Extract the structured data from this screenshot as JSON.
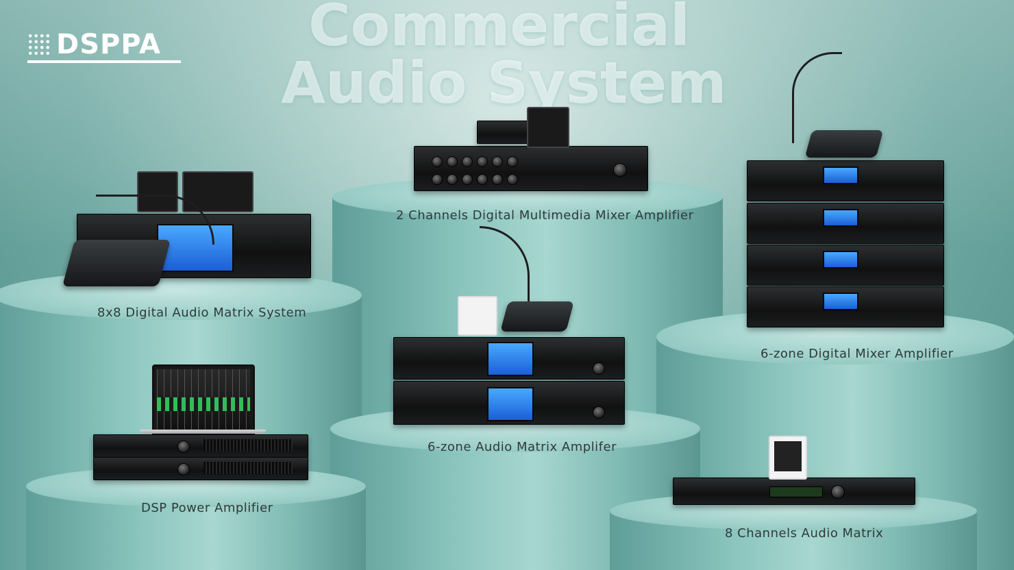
{
  "brand": {
    "logo_text": "DSPPA"
  },
  "headline": {
    "line1": "Commercial",
    "line2": "Audio System"
  },
  "products": [
    {
      "label": "8x8 Digital Audio Matrix System"
    },
    {
      "label": "2 Channels Digital Multimedia Mixer Amplifier"
    },
    {
      "label": "6-zone Digital Mixer Amplifier"
    },
    {
      "label": "6-zone Audio Matrix Amplifer"
    },
    {
      "label": "DSP Power Amplifier"
    },
    {
      "label": "8 Channels Audio Matrix"
    }
  ],
  "colors": {
    "background": "#6fa8a2",
    "pedestal": "#9dcfc9",
    "label_text": "#2e3a3a",
    "accent": "#3fb6e8"
  }
}
